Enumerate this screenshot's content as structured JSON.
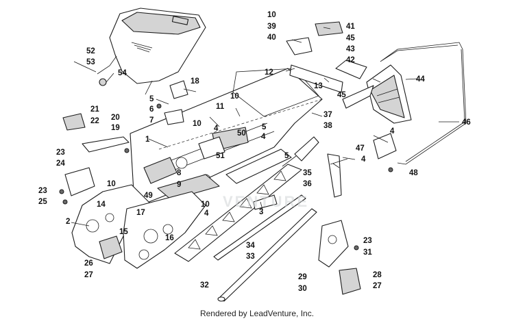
{
  "credit": "Rendered by LeadVenture, Inc.",
  "watermark": "VENTURE",
  "callouts": [
    {
      "id": "c-1",
      "text": "1"
    },
    {
      "id": "c-2",
      "text": "2"
    },
    {
      "id": "c-3",
      "text": "3"
    },
    {
      "id": "c-4a",
      "text": "4"
    },
    {
      "id": "c-4b",
      "text": "4"
    },
    {
      "id": "c-4c",
      "text": "4"
    },
    {
      "id": "c-4d",
      "text": "4"
    },
    {
      "id": "c-4e",
      "text": "4"
    },
    {
      "id": "c-5a",
      "text": "5"
    },
    {
      "id": "c-5b",
      "text": "5"
    },
    {
      "id": "c-5c",
      "text": "5"
    },
    {
      "id": "c-6",
      "text": "6"
    },
    {
      "id": "c-7",
      "text": "7"
    },
    {
      "id": "c-8",
      "text": "8"
    },
    {
      "id": "c-9",
      "text": "9"
    },
    {
      "id": "c-10a",
      "text": "10"
    },
    {
      "id": "c-10b",
      "text": "10"
    },
    {
      "id": "c-10c",
      "text": "10"
    },
    {
      "id": "c-10d",
      "text": "10"
    },
    {
      "id": "c-10e",
      "text": "10"
    },
    {
      "id": "c-11",
      "text": "11"
    },
    {
      "id": "c-12",
      "text": "12"
    },
    {
      "id": "c-13",
      "text": "13"
    },
    {
      "id": "c-14",
      "text": "14"
    },
    {
      "id": "c-15",
      "text": "15"
    },
    {
      "id": "c-16",
      "text": "16"
    },
    {
      "id": "c-17",
      "text": "17"
    },
    {
      "id": "c-18",
      "text": "18"
    },
    {
      "id": "c-19",
      "text": "19"
    },
    {
      "id": "c-20",
      "text": "20"
    },
    {
      "id": "c-21",
      "text": "21"
    },
    {
      "id": "c-22",
      "text": "22"
    },
    {
      "id": "c-23a",
      "text": "23"
    },
    {
      "id": "c-23b",
      "text": "23"
    },
    {
      "id": "c-23c",
      "text": "23"
    },
    {
      "id": "c-24",
      "text": "24"
    },
    {
      "id": "c-25",
      "text": "25"
    },
    {
      "id": "c-26",
      "text": "26"
    },
    {
      "id": "c-27a",
      "text": "27"
    },
    {
      "id": "c-27b",
      "text": "27"
    },
    {
      "id": "c-28",
      "text": "28"
    },
    {
      "id": "c-29",
      "text": "29"
    },
    {
      "id": "c-30",
      "text": "30"
    },
    {
      "id": "c-31",
      "text": "31"
    },
    {
      "id": "c-32",
      "text": "32"
    },
    {
      "id": "c-33",
      "text": "33"
    },
    {
      "id": "c-34",
      "text": "34"
    },
    {
      "id": "c-35",
      "text": "35"
    },
    {
      "id": "c-36",
      "text": "36"
    },
    {
      "id": "c-37",
      "text": "37"
    },
    {
      "id": "c-38",
      "text": "38"
    },
    {
      "id": "c-39",
      "text": "39"
    },
    {
      "id": "c-40",
      "text": "40"
    },
    {
      "id": "c-41",
      "text": "41"
    },
    {
      "id": "c-42",
      "text": "42"
    },
    {
      "id": "c-43",
      "text": "43"
    },
    {
      "id": "c-44",
      "text": "44"
    },
    {
      "id": "c-45a",
      "text": "45"
    },
    {
      "id": "c-45b",
      "text": "45"
    },
    {
      "id": "c-46",
      "text": "46"
    },
    {
      "id": "c-47",
      "text": "47"
    },
    {
      "id": "c-48",
      "text": "48"
    },
    {
      "id": "c-49",
      "text": "49"
    },
    {
      "id": "c-50",
      "text": "50"
    },
    {
      "id": "c-51",
      "text": "51"
    },
    {
      "id": "c-52",
      "text": "52"
    },
    {
      "id": "c-53",
      "text": "53"
    },
    {
      "id": "c-54",
      "text": "54"
    }
  ]
}
